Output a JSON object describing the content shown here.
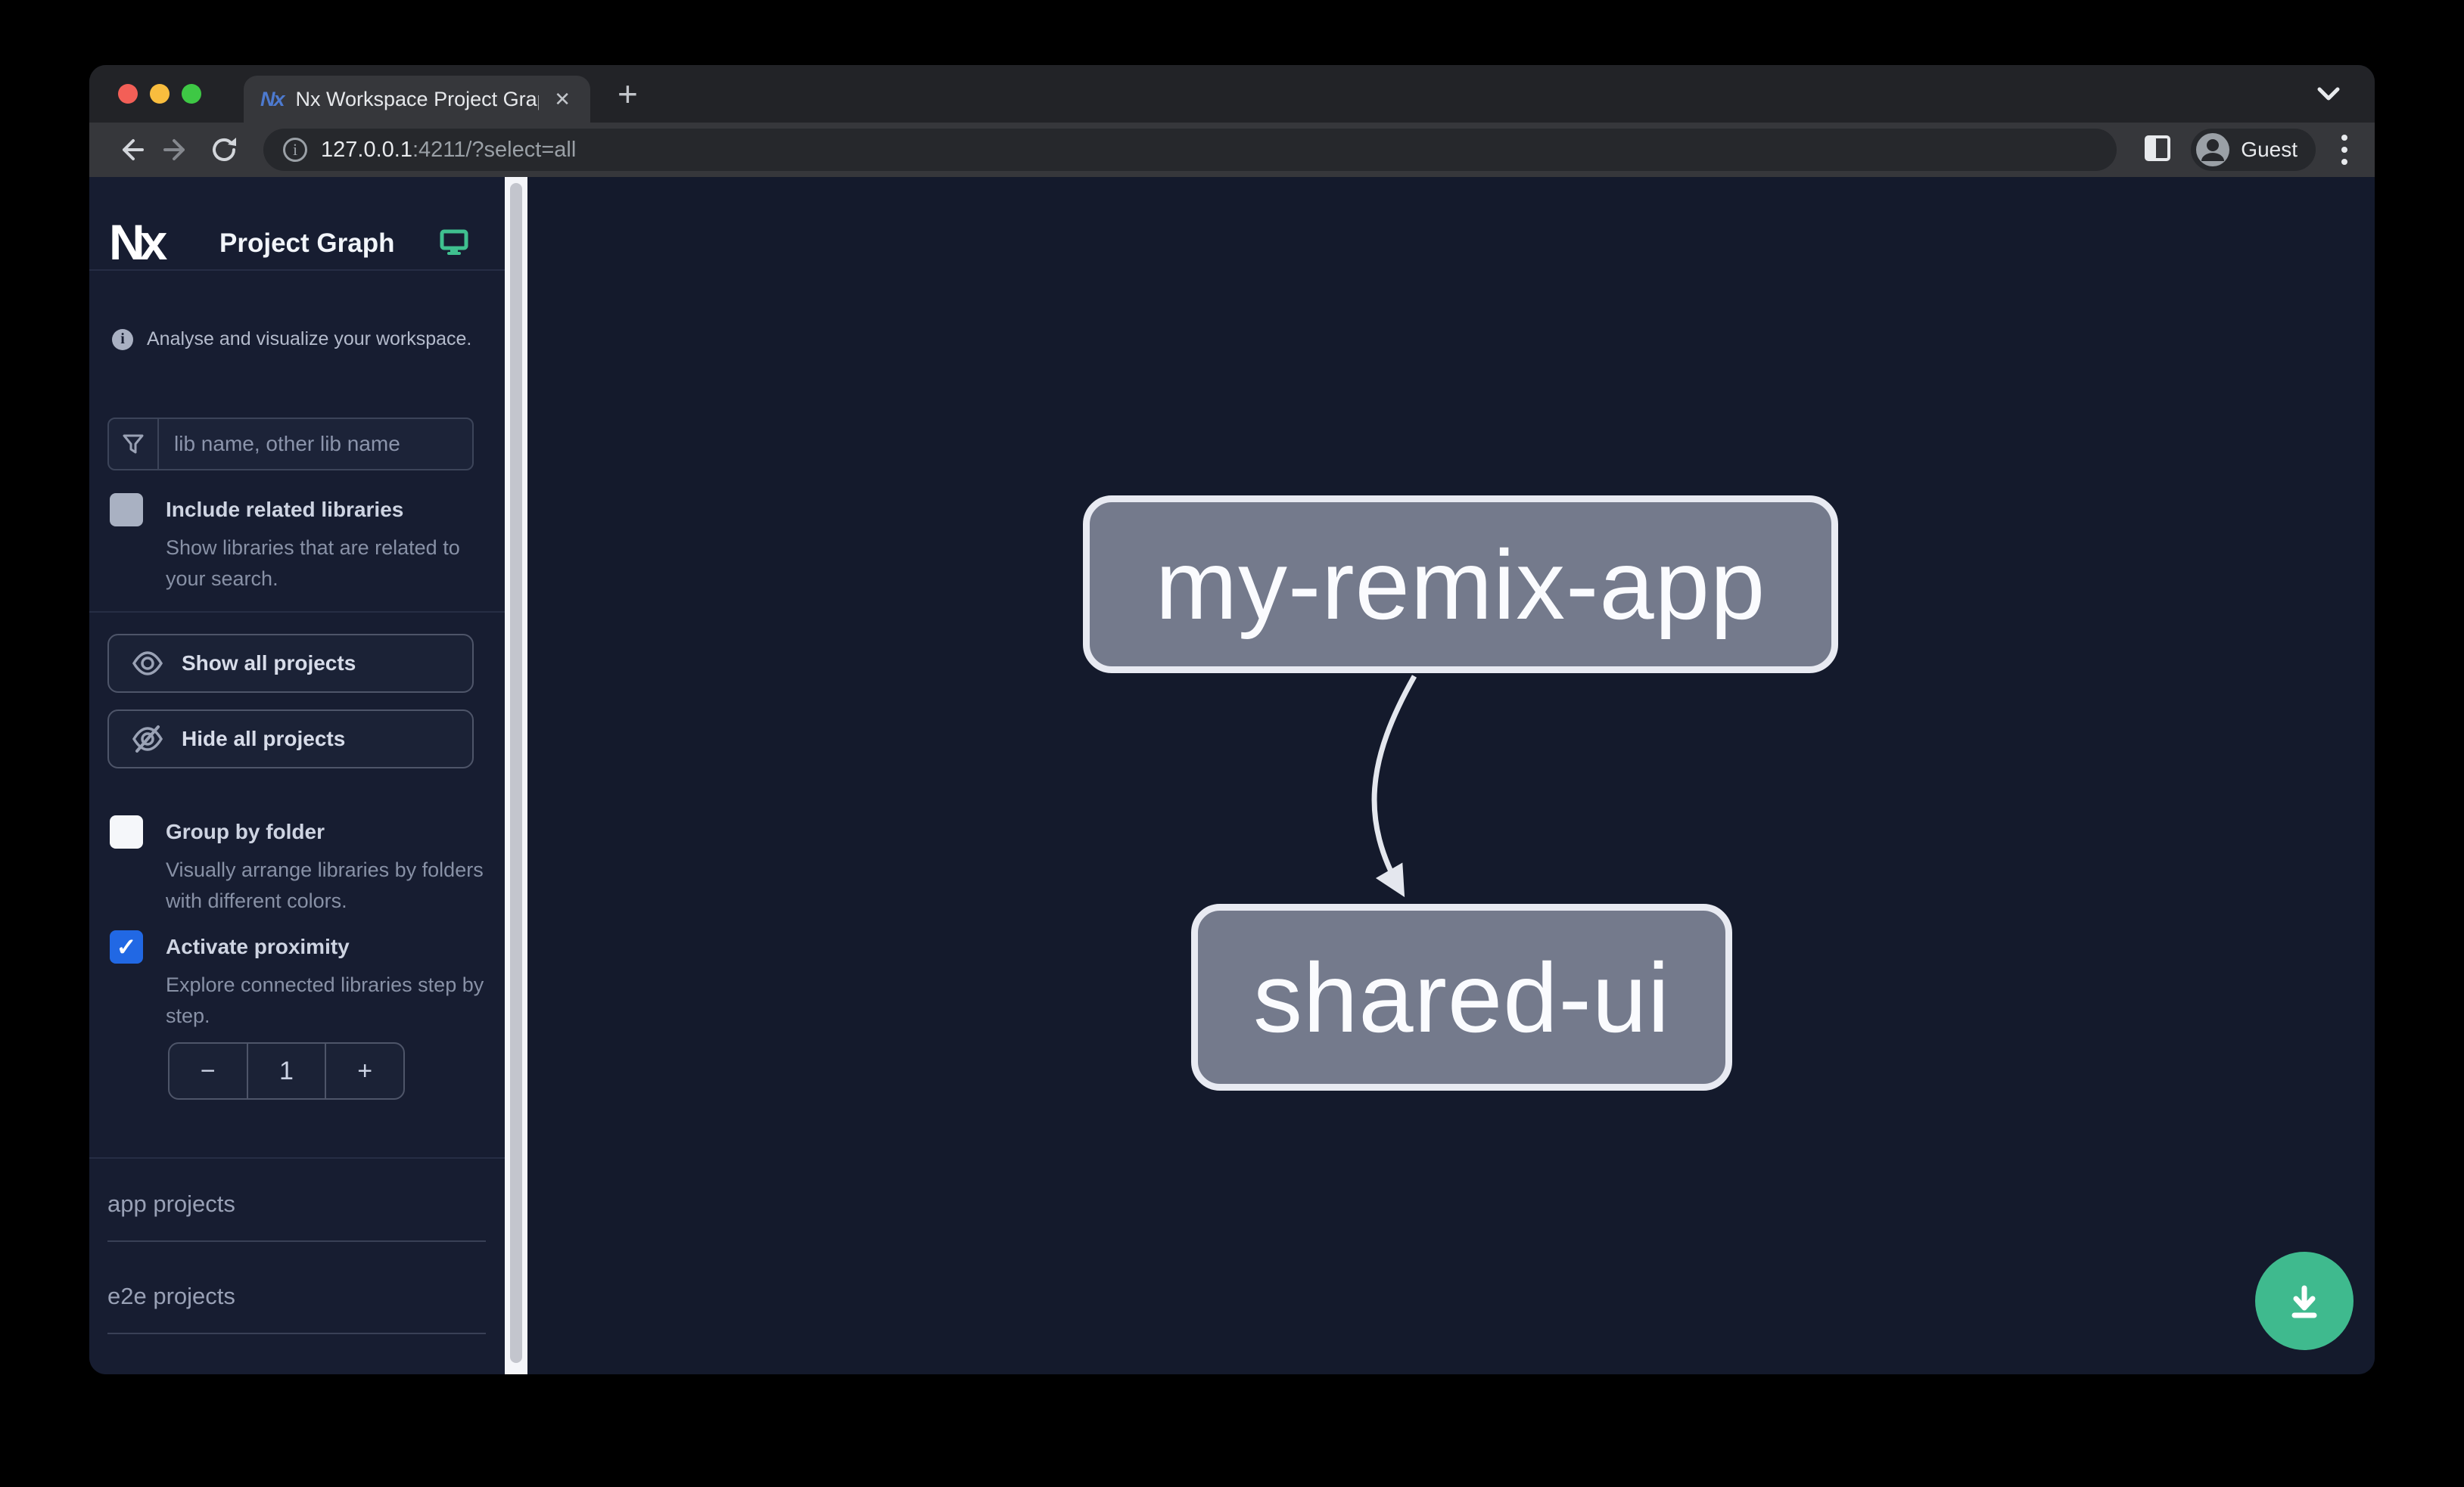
{
  "browser": {
    "tab": {
      "title": "Nx Workspace Project Graph",
      "favicon": "Nx",
      "close_glyph": "✕",
      "new_tab_glyph": "+"
    },
    "address": {
      "host": "127.0.0.1",
      "rest": ":4211/?select=all"
    },
    "profile": {
      "label": "Guest"
    }
  },
  "sidebar": {
    "brand": "Nx",
    "title": "Project Graph",
    "tagline": "Analyse and visualize your workspace.",
    "filter": {
      "placeholder": "lib name, other lib name"
    },
    "include_related": {
      "label": "Include related libraries",
      "description": "Show libraries that are related to your search.",
      "checked": false
    },
    "buttons": [
      {
        "label": "Show all projects"
      },
      {
        "label": "Hide all projects"
      }
    ],
    "group_by_folder": {
      "label": "Group by folder",
      "description": "Visually arrange libraries by folders with different colors.",
      "checked": false
    },
    "proximity": {
      "label": "Activate proximity",
      "description": "Explore connected libraries step by step.",
      "checked": true,
      "value": "1",
      "decrement_glyph": "−",
      "increment_glyph": "+",
      "check_glyph": "✓"
    },
    "sections": [
      {
        "label": "app projects"
      },
      {
        "label": "e2e projects"
      }
    ]
  },
  "graph": {
    "nodes": [
      {
        "id": "my-remix-app",
        "label": "my-remix-app",
        "type": "app"
      },
      {
        "id": "shared-ui",
        "label": "shared-ui",
        "type": "lib"
      }
    ],
    "edges": [
      {
        "source": "my-remix-app",
        "target": "shared-ui"
      }
    ]
  },
  "colors": {
    "accent_teal": "#3fba8e",
    "checkbox_blue": "#2168e4",
    "node_fill": "#747a8c",
    "node_border": "#e8eaf2",
    "canvas_bg": "#141a2c",
    "sidebar_bg": "#171d31"
  }
}
